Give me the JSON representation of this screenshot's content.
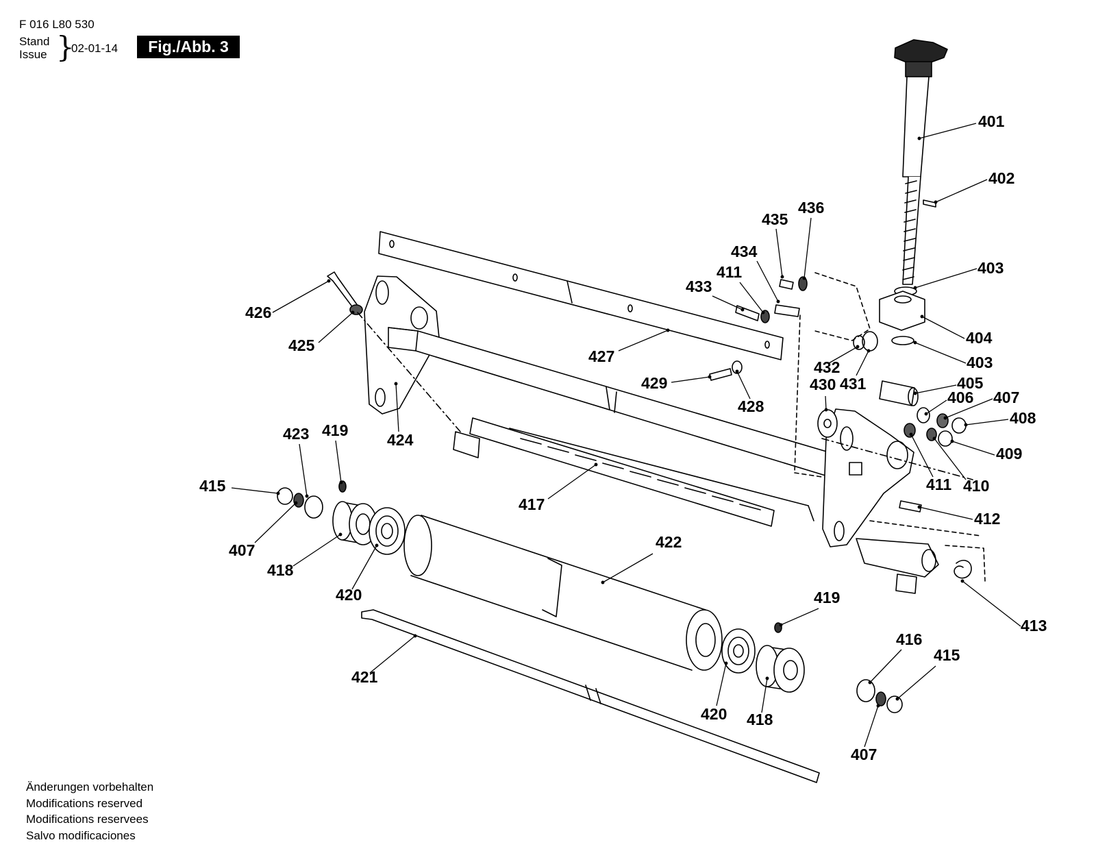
{
  "header": {
    "doc_code": "F 016 L80 530",
    "stand_label": "Stand",
    "issue_label": "Issue",
    "brace": "}",
    "issue_date": "02-01-14",
    "figure_label": "Fig./Abb. 3"
  },
  "callouts": [
    "401",
    "402",
    "435",
    "436",
    "434",
    "411",
    "433",
    "403",
    "404",
    "403",
    "426",
    "425",
    "427",
    "432",
    "431",
    "430",
    "405",
    "406",
    "407",
    "408",
    "429",
    "428",
    "424",
    "423",
    "419",
    "415",
    "417",
    "411",
    "410",
    "409",
    "412",
    "407",
    "418",
    "420",
    "422",
    "413",
    "419",
    "416",
    "415",
    "421",
    "420",
    "418",
    "407"
  ],
  "footer": {
    "lines": [
      "Änderungen vorbehalten",
      "Modifications reserved",
      "Modifications reservees",
      "Salvo modificaciones"
    ]
  }
}
